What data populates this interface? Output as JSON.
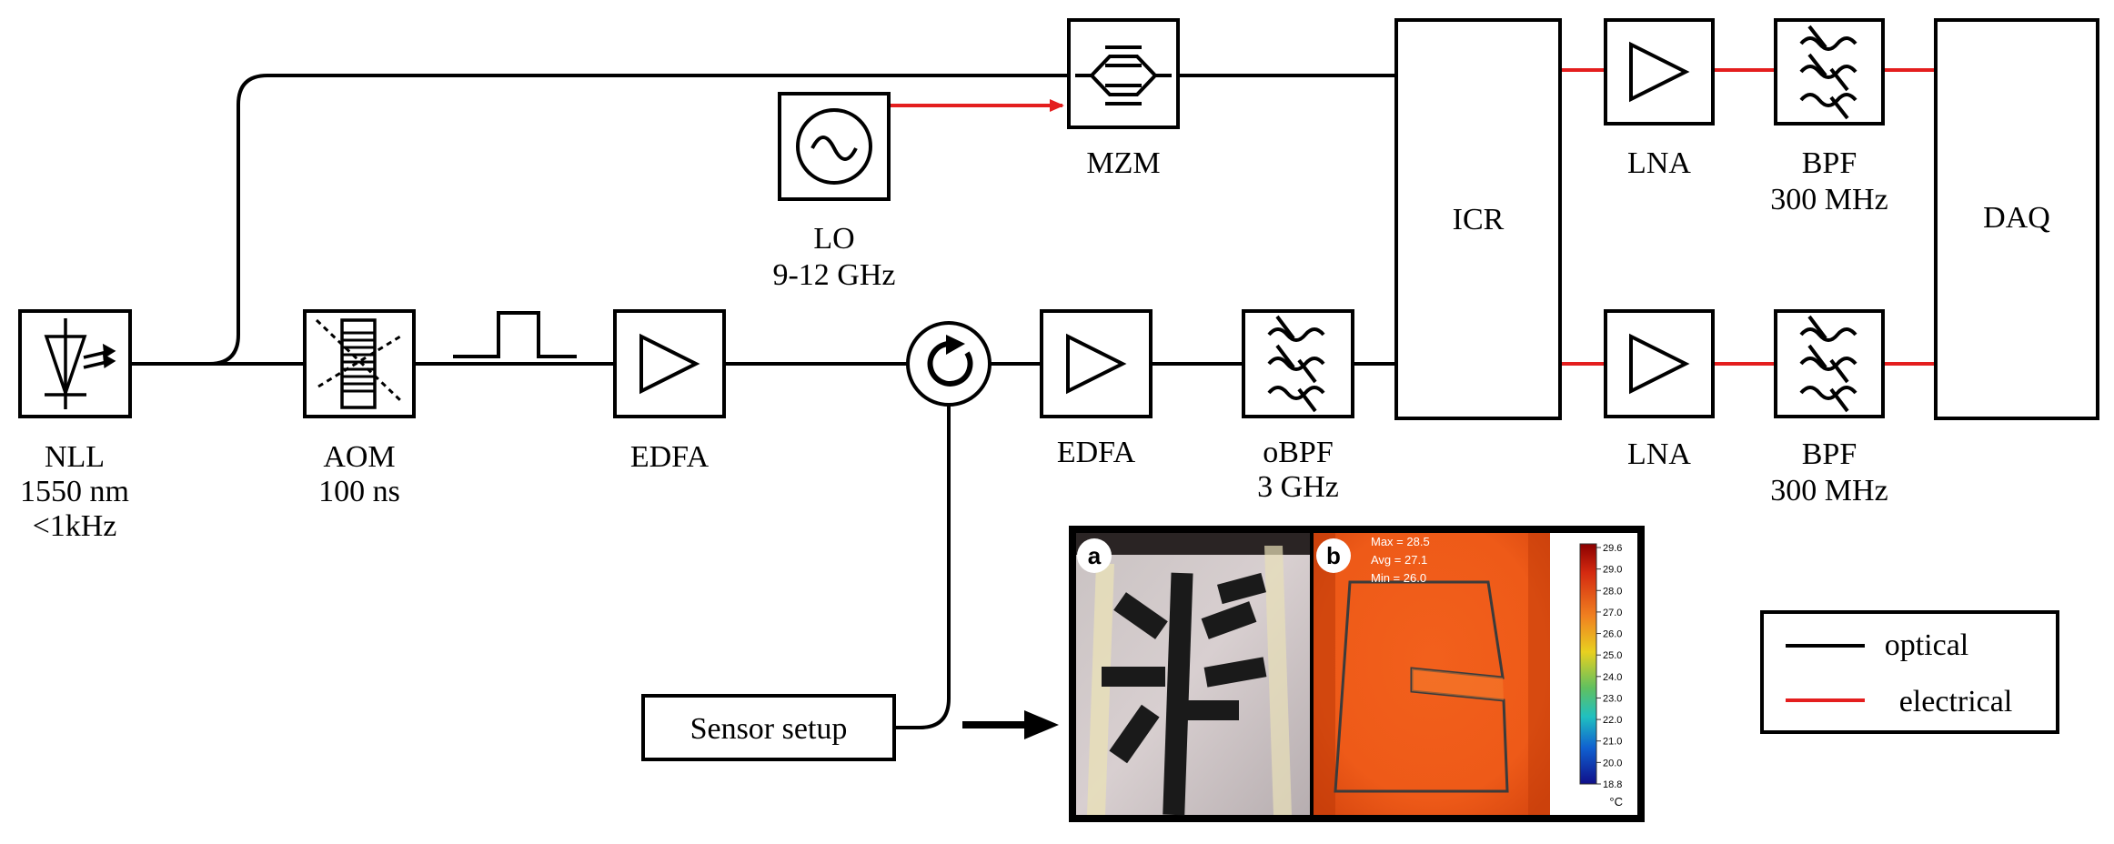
{
  "colors": {
    "optical": "#000000",
    "electrical": "#e41e1e",
    "thermal_hot": "#f05a1a",
    "thermal_cold": "#1e2aa0"
  },
  "components": {
    "nll": {
      "label": "NLL",
      "line2": "1550 nm",
      "line3": "<1kHz",
      "icon": "laser-diode-icon"
    },
    "aom": {
      "label": "AOM",
      "line2": "100 ns",
      "icon": "acousto-optic-modulator-icon"
    },
    "edfa1": {
      "label": "EDFA",
      "icon": "amplifier-triangle-icon"
    },
    "edfa2": {
      "label": "EDFA",
      "icon": "amplifier-triangle-icon"
    },
    "circulator": {
      "icon": "circulator-icon"
    },
    "obpf": {
      "label": "oBPF",
      "line2": "3 GHz",
      "icon": "bandpass-filter-icon"
    },
    "lo": {
      "label": "LO",
      "line2": "9-12 GHz",
      "icon": "sine-source-icon"
    },
    "mzm": {
      "label": "MZM",
      "icon": "modulator-icon"
    },
    "icr": {
      "label": "ICR"
    },
    "lna_top": {
      "label": "LNA",
      "icon": "amplifier-triangle-icon"
    },
    "lna_bottom": {
      "label": "LNA",
      "icon": "amplifier-triangle-icon"
    },
    "bpf_top": {
      "label": "BPF",
      "line2": "300 MHz",
      "icon": "bandpass-filter-icon"
    },
    "bpf_bottom": {
      "label": "BPF",
      "line2": "300 MHz",
      "icon": "bandpass-filter-icon"
    },
    "daq": {
      "label": "DAQ"
    },
    "sensor": {
      "label": "Sensor setup"
    }
  },
  "pulse": {
    "icon": "pulse-shape-icon"
  },
  "inset": {
    "panel_a_label": "a",
    "panel_b_label": "b",
    "stats": {
      "max": "Max = 28.5",
      "avg": "Avg = 27.1",
      "min": "Min = 26.0"
    },
    "colorbar_ticks": [
      "29.6",
      "29.0",
      "28.0",
      "27.0",
      "26.0",
      "25.0",
      "24.0",
      "23.0",
      "22.0",
      "21.0",
      "20.0",
      "18.8"
    ],
    "colorbar_unit": "°C"
  },
  "legend": {
    "items": [
      {
        "label": "optical",
        "color": "#000000"
      },
      {
        "label": "electrical",
        "color": "#e41e1e"
      }
    ]
  }
}
